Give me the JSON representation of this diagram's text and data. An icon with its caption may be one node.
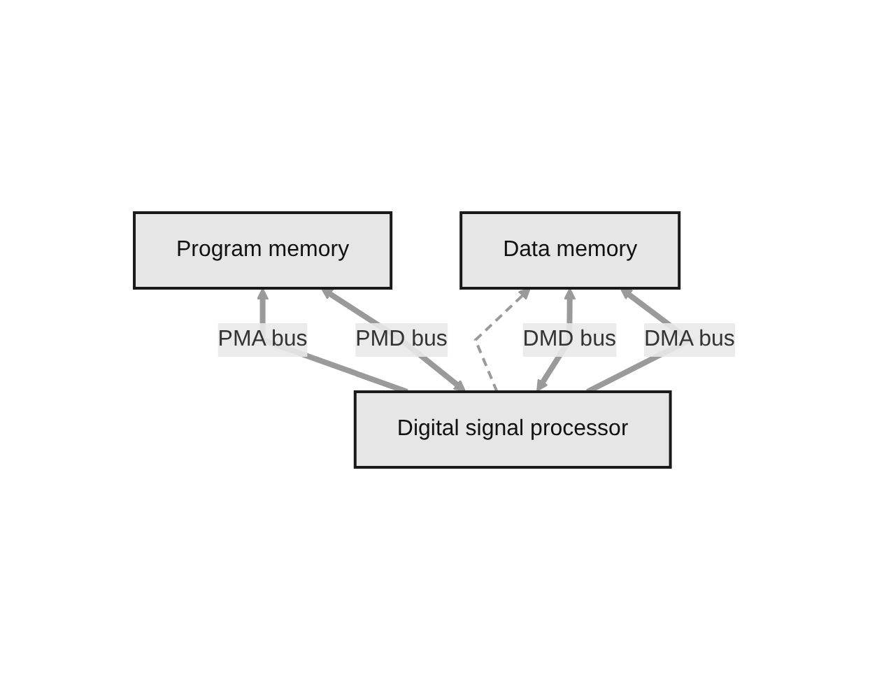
{
  "diagram": {
    "nodes": [
      {
        "text": [
          "Program memory"
        ]
      },
      {
        "text": [
          "Digital signal processor"
        ]
      },
      {
        "text": [
          "Data memory"
        ]
      }
    ],
    "edges": [
      {
        "from": 1,
        "to": 0,
        "arrow": "to",
        "label": "PMA bus"
      },
      {
        "from": 1,
        "to": 0,
        "arrow": "both",
        "label": "PMD bus"
      },
      {
        "from": 1,
        "to": 2,
        "arrow": "to",
        "style": "dashed"
      },
      {
        "from": 1,
        "to": 2,
        "arrow": "both",
        "label": "DMD bus"
      },
      {
        "from": 1,
        "to": 2,
        "arrow": "to",
        "label": "DMA bus"
      }
    ]
  }
}
